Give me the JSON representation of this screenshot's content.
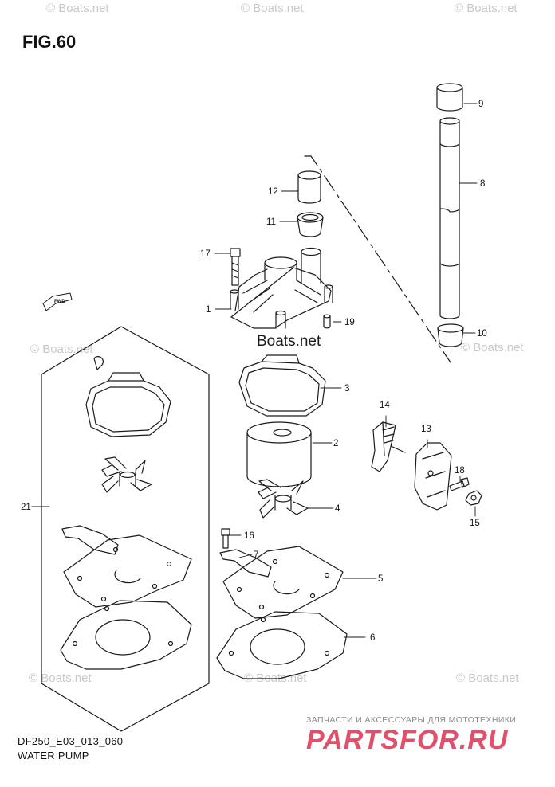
{
  "figure": {
    "title": "FIG.60",
    "code": "DF250_E03_013_060",
    "caption": "WATER PUMP"
  },
  "watermarks": {
    "text": "© Boats.net",
    "overlay": "Boats.net"
  },
  "promo": {
    "tagline": "ЗАПЧАСТИ И АКСЕССУАРЫ ДЛЯ МОТОТЕХНИКИ",
    "brand": "PARTSFOR.RU",
    "brand_color": "#e24f6a"
  },
  "direction_label": "FWD",
  "callouts": [
    "1",
    "2",
    "3",
    "4",
    "5",
    "6",
    "7",
    "8",
    "9",
    "10",
    "11",
    "12",
    "13",
    "14",
    "15",
    "16",
    "17",
    "18",
    "19",
    "21"
  ]
}
